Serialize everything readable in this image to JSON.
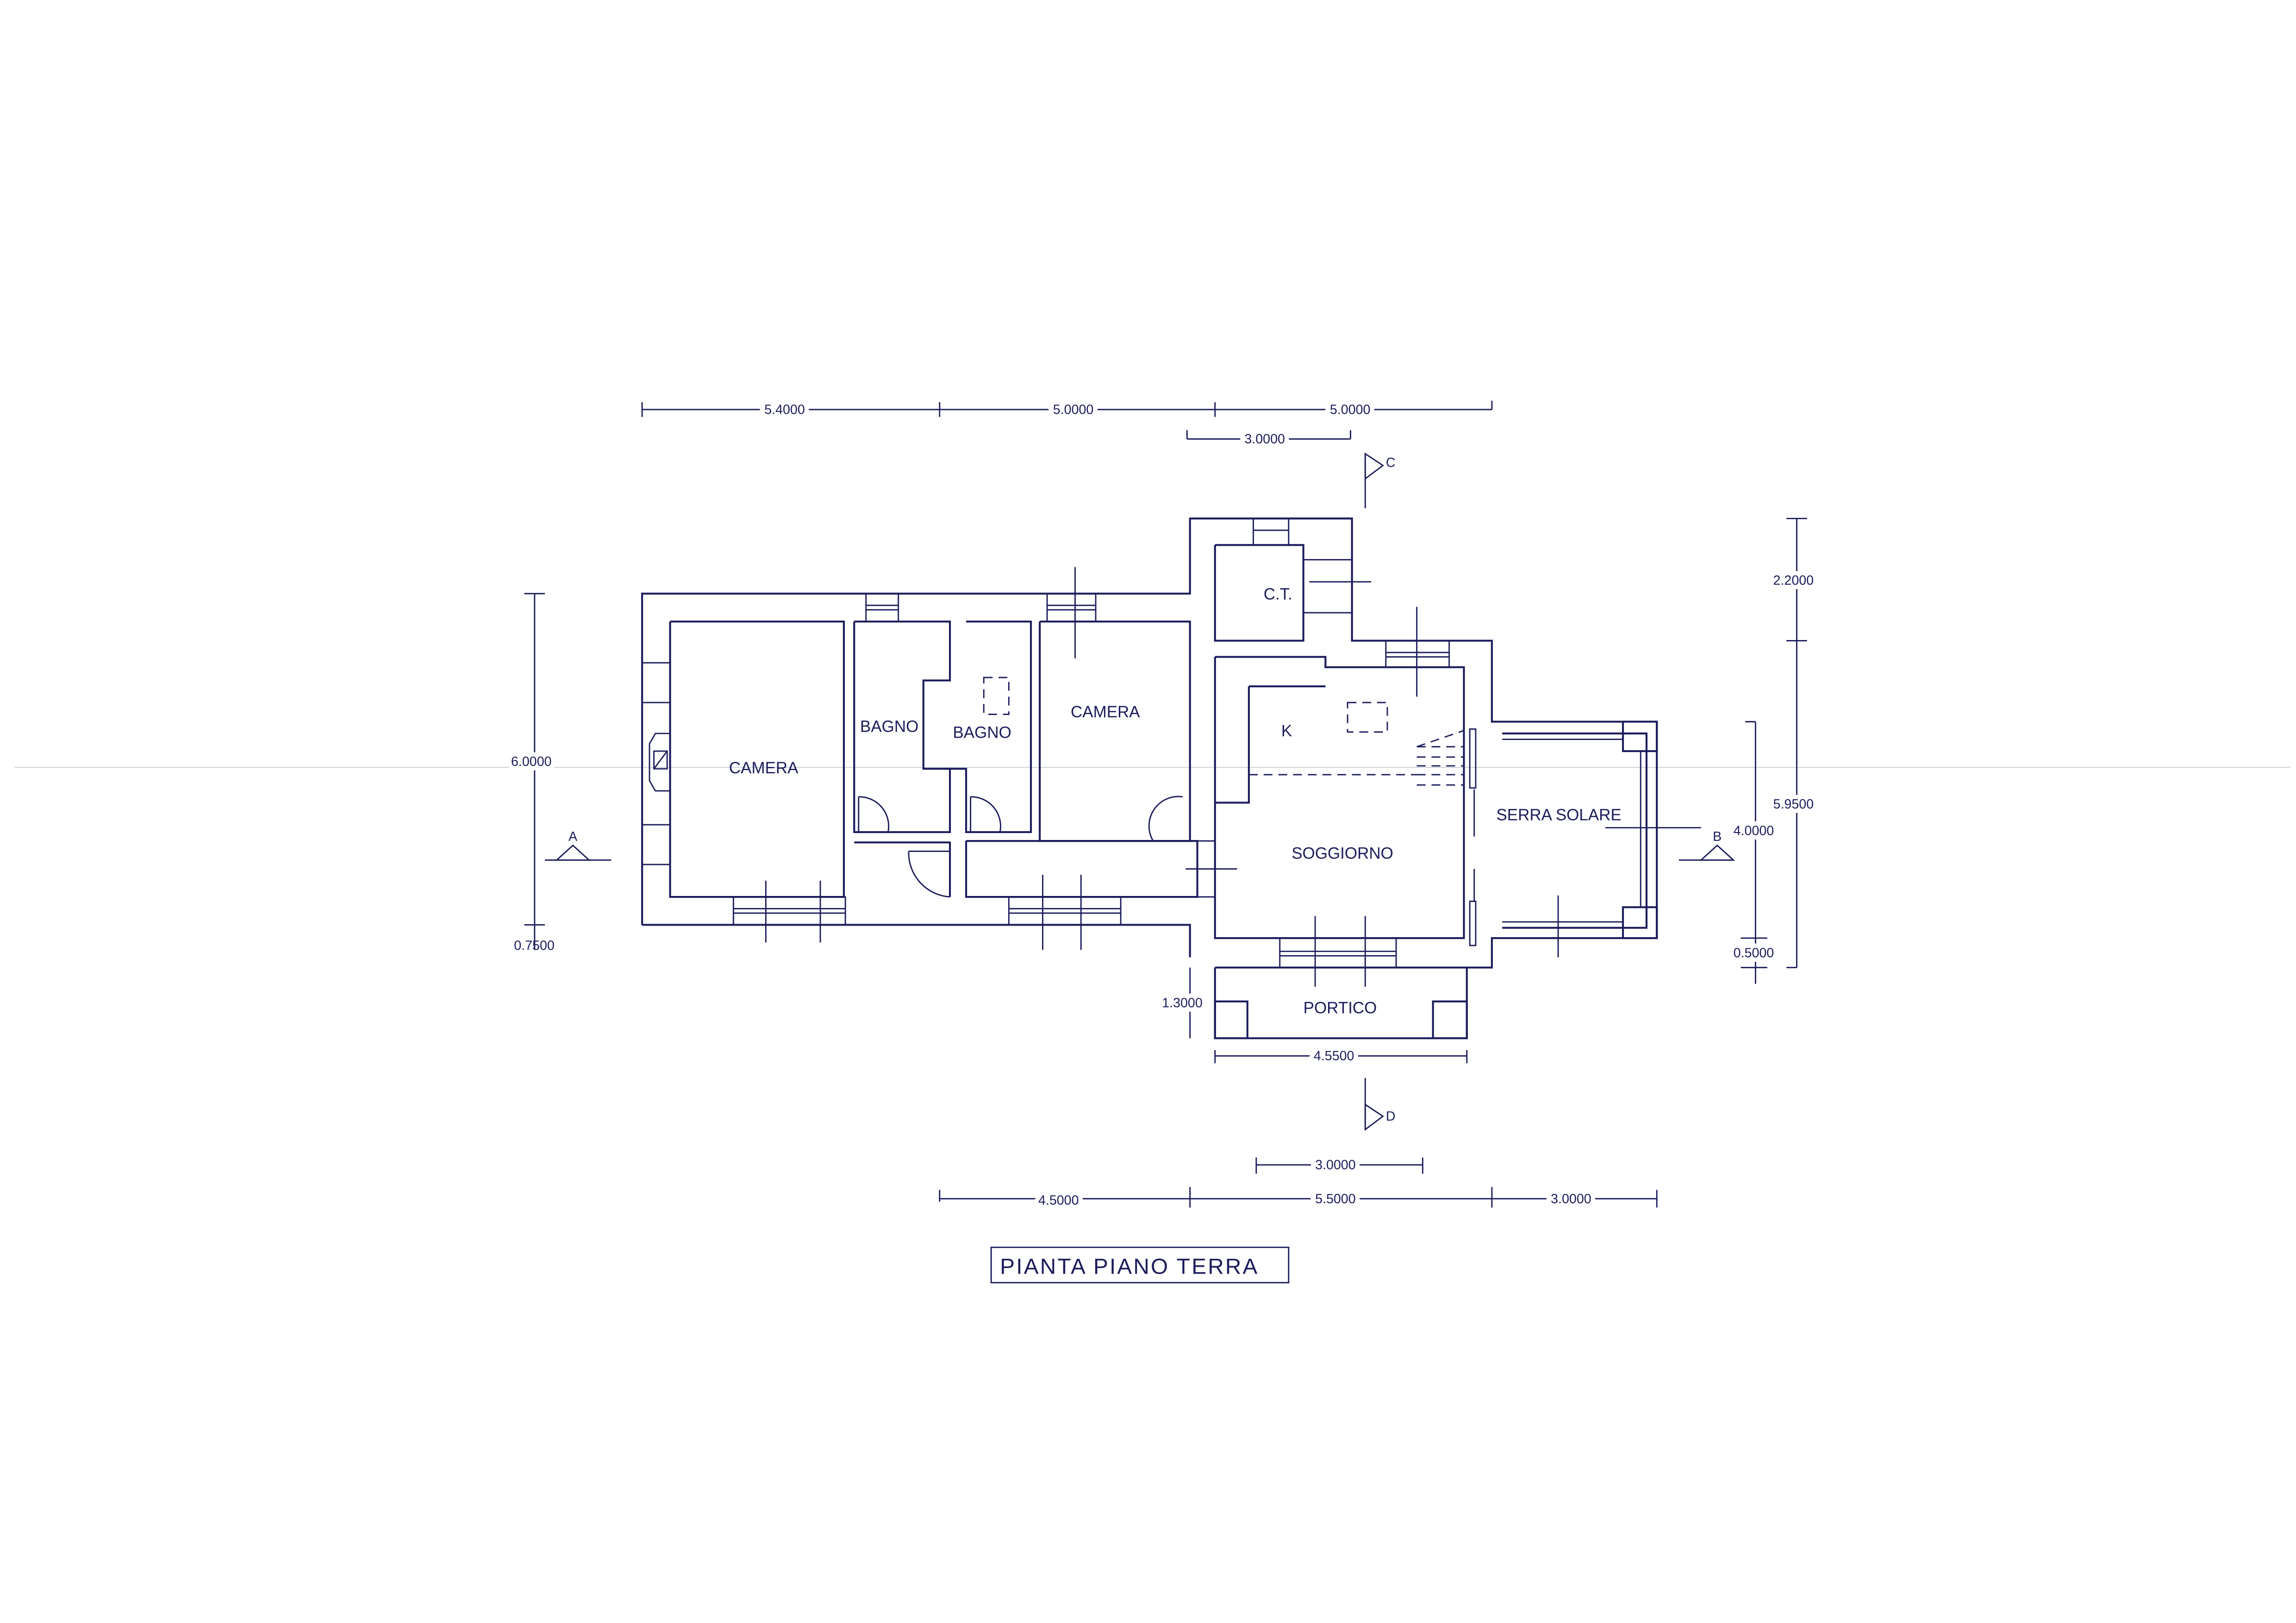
{
  "title": "PIANTA PIANO TERRA",
  "rooms": {
    "camera_1": "CAMERA",
    "bagno_1": "BAGNO",
    "bagno_2": "BAGNO",
    "camera_2": "CAMERA",
    "ct": "C.T.",
    "kitchen": "K",
    "soggiorno": "SOGGIORNO",
    "serra": "SERRA SOLARE",
    "portico": "PORTICO"
  },
  "sections": {
    "a": "A",
    "b": "B",
    "c": "C",
    "d": "D"
  },
  "dimensions": {
    "top_1": "5.4000",
    "top_2": "5.0000",
    "top_3": "5.0000",
    "top_sub": "3.0000",
    "left_height": "6.0000",
    "left_bottom": "0.7500",
    "right_upper": "2.2000",
    "right_total": "5.9500",
    "right_serra": "4.0000",
    "right_bottom": "0.5000",
    "portico_depth": "1.3000",
    "portico_width": "4.5500",
    "bottom_sub": "3.0000",
    "bottom_1": "4.5000",
    "bottom_2": "5.5000",
    "bottom_3": "3.0000"
  },
  "colors": {
    "line": "#1c1c5c"
  }
}
